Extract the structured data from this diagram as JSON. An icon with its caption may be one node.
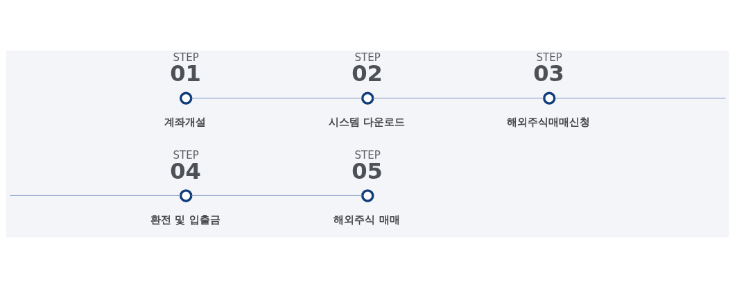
{
  "diagram": {
    "nodes": [
      {
        "text": [],
        "shape": "circle",
        "beside": [
          "STEP",
          "01",
          "계좌개설"
        ]
      },
      {
        "text": [],
        "shape": "circle",
        "beside": [
          "STEP",
          "02",
          "시스템 다운로드"
        ]
      },
      {
        "text": [],
        "shape": "circle",
        "beside": [
          "STEP",
          "03",
          "해외주식매매신청"
        ]
      },
      {
        "text": [],
        "shape": "circle",
        "beside": [
          "STEP",
          "04",
          "환전 및 입출금"
        ]
      },
      {
        "text": [],
        "shape": "circle",
        "beside": [
          "STEP",
          "05",
          "해외주식 매매"
        ]
      }
    ],
    "edges": [
      {
        "from": 0,
        "to": 1,
        "arrow": "none"
      },
      {
        "from": 1,
        "to": 2,
        "arrow": "none"
      },
      {
        "from": 2,
        "to": null,
        "arrow": "none"
      },
      {
        "from": null,
        "to": 3,
        "arrow": "none"
      },
      {
        "from": 3,
        "to": 4,
        "arrow": "none"
      }
    ]
  }
}
